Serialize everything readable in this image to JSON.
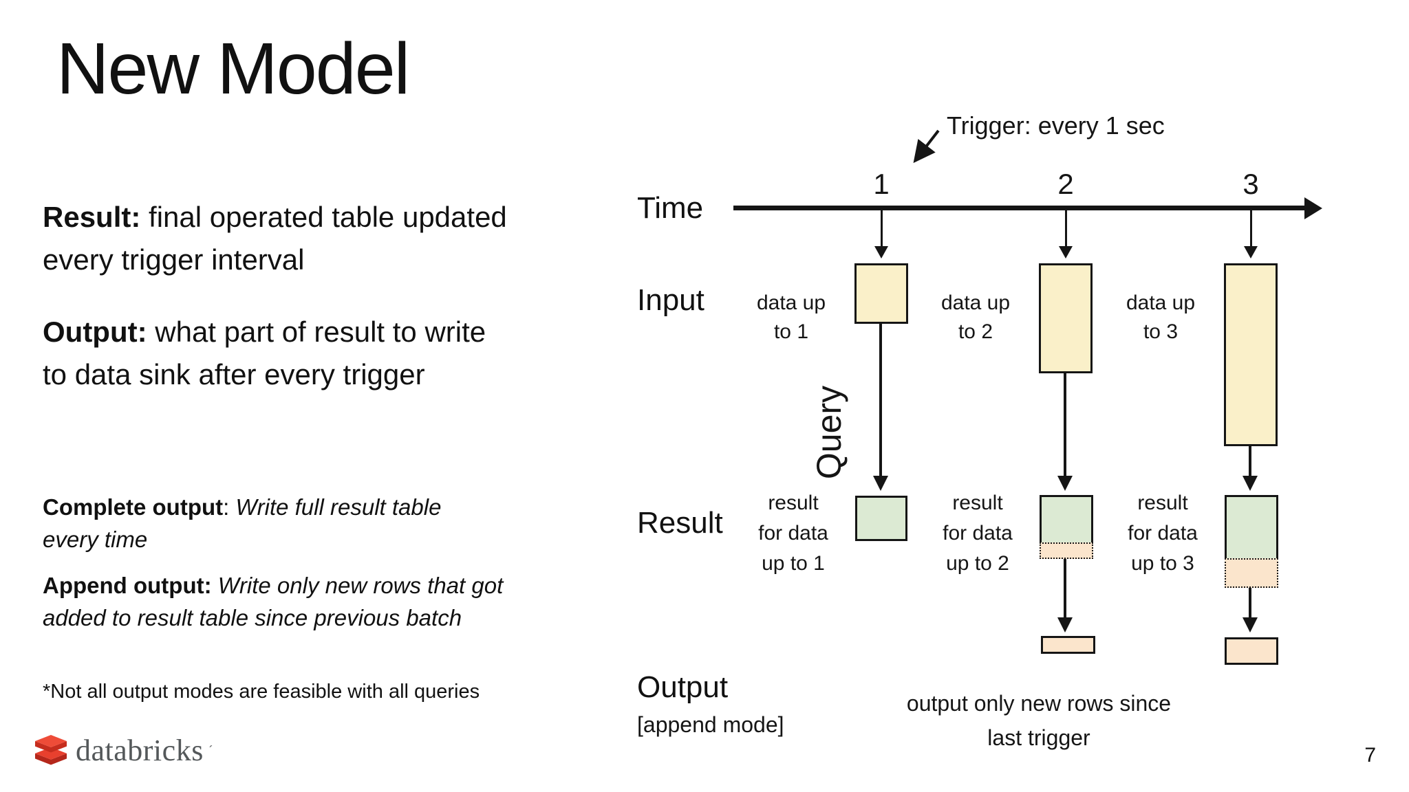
{
  "slide": {
    "title": "New Model",
    "page_number": "7",
    "footnote": "*Not all output modes are feasible with all queries"
  },
  "definitions": {
    "result": {
      "label": "Result:",
      "text": " final operated table updated\nevery trigger interval"
    },
    "output": {
      "label": "Output:",
      "text": " what part of result to write\nto data sink after every trigger"
    },
    "complete": {
      "label": "Complete output",
      "separator": ": ",
      "text": "Write full result table\nevery time"
    },
    "append": {
      "label": "Append output:",
      "text": " Write only new rows that got\nadded to result table since previous batch"
    }
  },
  "diagram": {
    "trigger_annotation": "Trigger: every 1 sec",
    "query_label": "Query",
    "rows": {
      "time": "Time",
      "input": "Input",
      "result": "Result",
      "output": "Output",
      "output_mode": "[append mode]"
    },
    "output_note": "output only new rows since\nlast trigger",
    "columns": [
      {
        "tick": "1",
        "input_caption": "data up\nto 1",
        "result_caption": "result\nfor data\nup to 1"
      },
      {
        "tick": "2",
        "input_caption": "data up\nto 2",
        "result_caption": "result\nfor data\nup to 2"
      },
      {
        "tick": "3",
        "input_caption": "data up\nto 3",
        "result_caption": "result\nfor data\nup to 3"
      }
    ]
  },
  "logo": {
    "text": "databricks",
    "mark": "´"
  },
  "colors": {
    "input_fill": "#FAF0C9",
    "result_fill": "#DCEAD3",
    "new_rows_fill": "#FBE5CC",
    "line": "#151515",
    "logo_text": "#54585A",
    "brand_red_light": "#EE4C38",
    "brand_red_dark": "#C62D1E"
  }
}
